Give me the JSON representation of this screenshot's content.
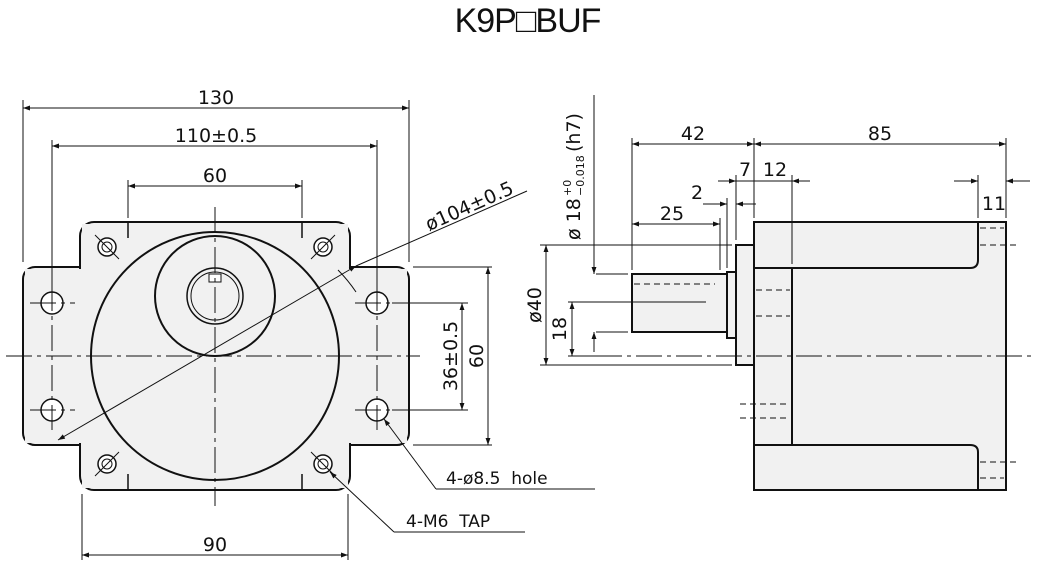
{
  "title": "K9P□BUF",
  "front_view": {
    "dim_overall_width": "130",
    "dim_mount_spacing": "110±0.5",
    "dim_top_tabs": "60",
    "dim_bolt_circle": "ø104±0.5",
    "dim_hole_spacing_vertical": "36±0.5",
    "dim_height": "60",
    "dim_bottom": "90",
    "note_holes": "4-ø8.5  hole",
    "note_tap": "4-M6  TAP"
  },
  "side_view": {
    "dim_shaft_diameter": "ø 18",
    "dim_shaft_tol_upper": "+0",
    "dim_shaft_tol_lower": "−0.018",
    "dim_shaft_fit": "(h7)",
    "dim_shaft_length": "42",
    "dim_body_length": "85",
    "dim_flange": "7",
    "dim_spigot": "12",
    "dim_step": "2",
    "dim_key_length": "25",
    "dim_edge": "11",
    "dim_pilot": "ø40",
    "dim_key_height": "18"
  }
}
